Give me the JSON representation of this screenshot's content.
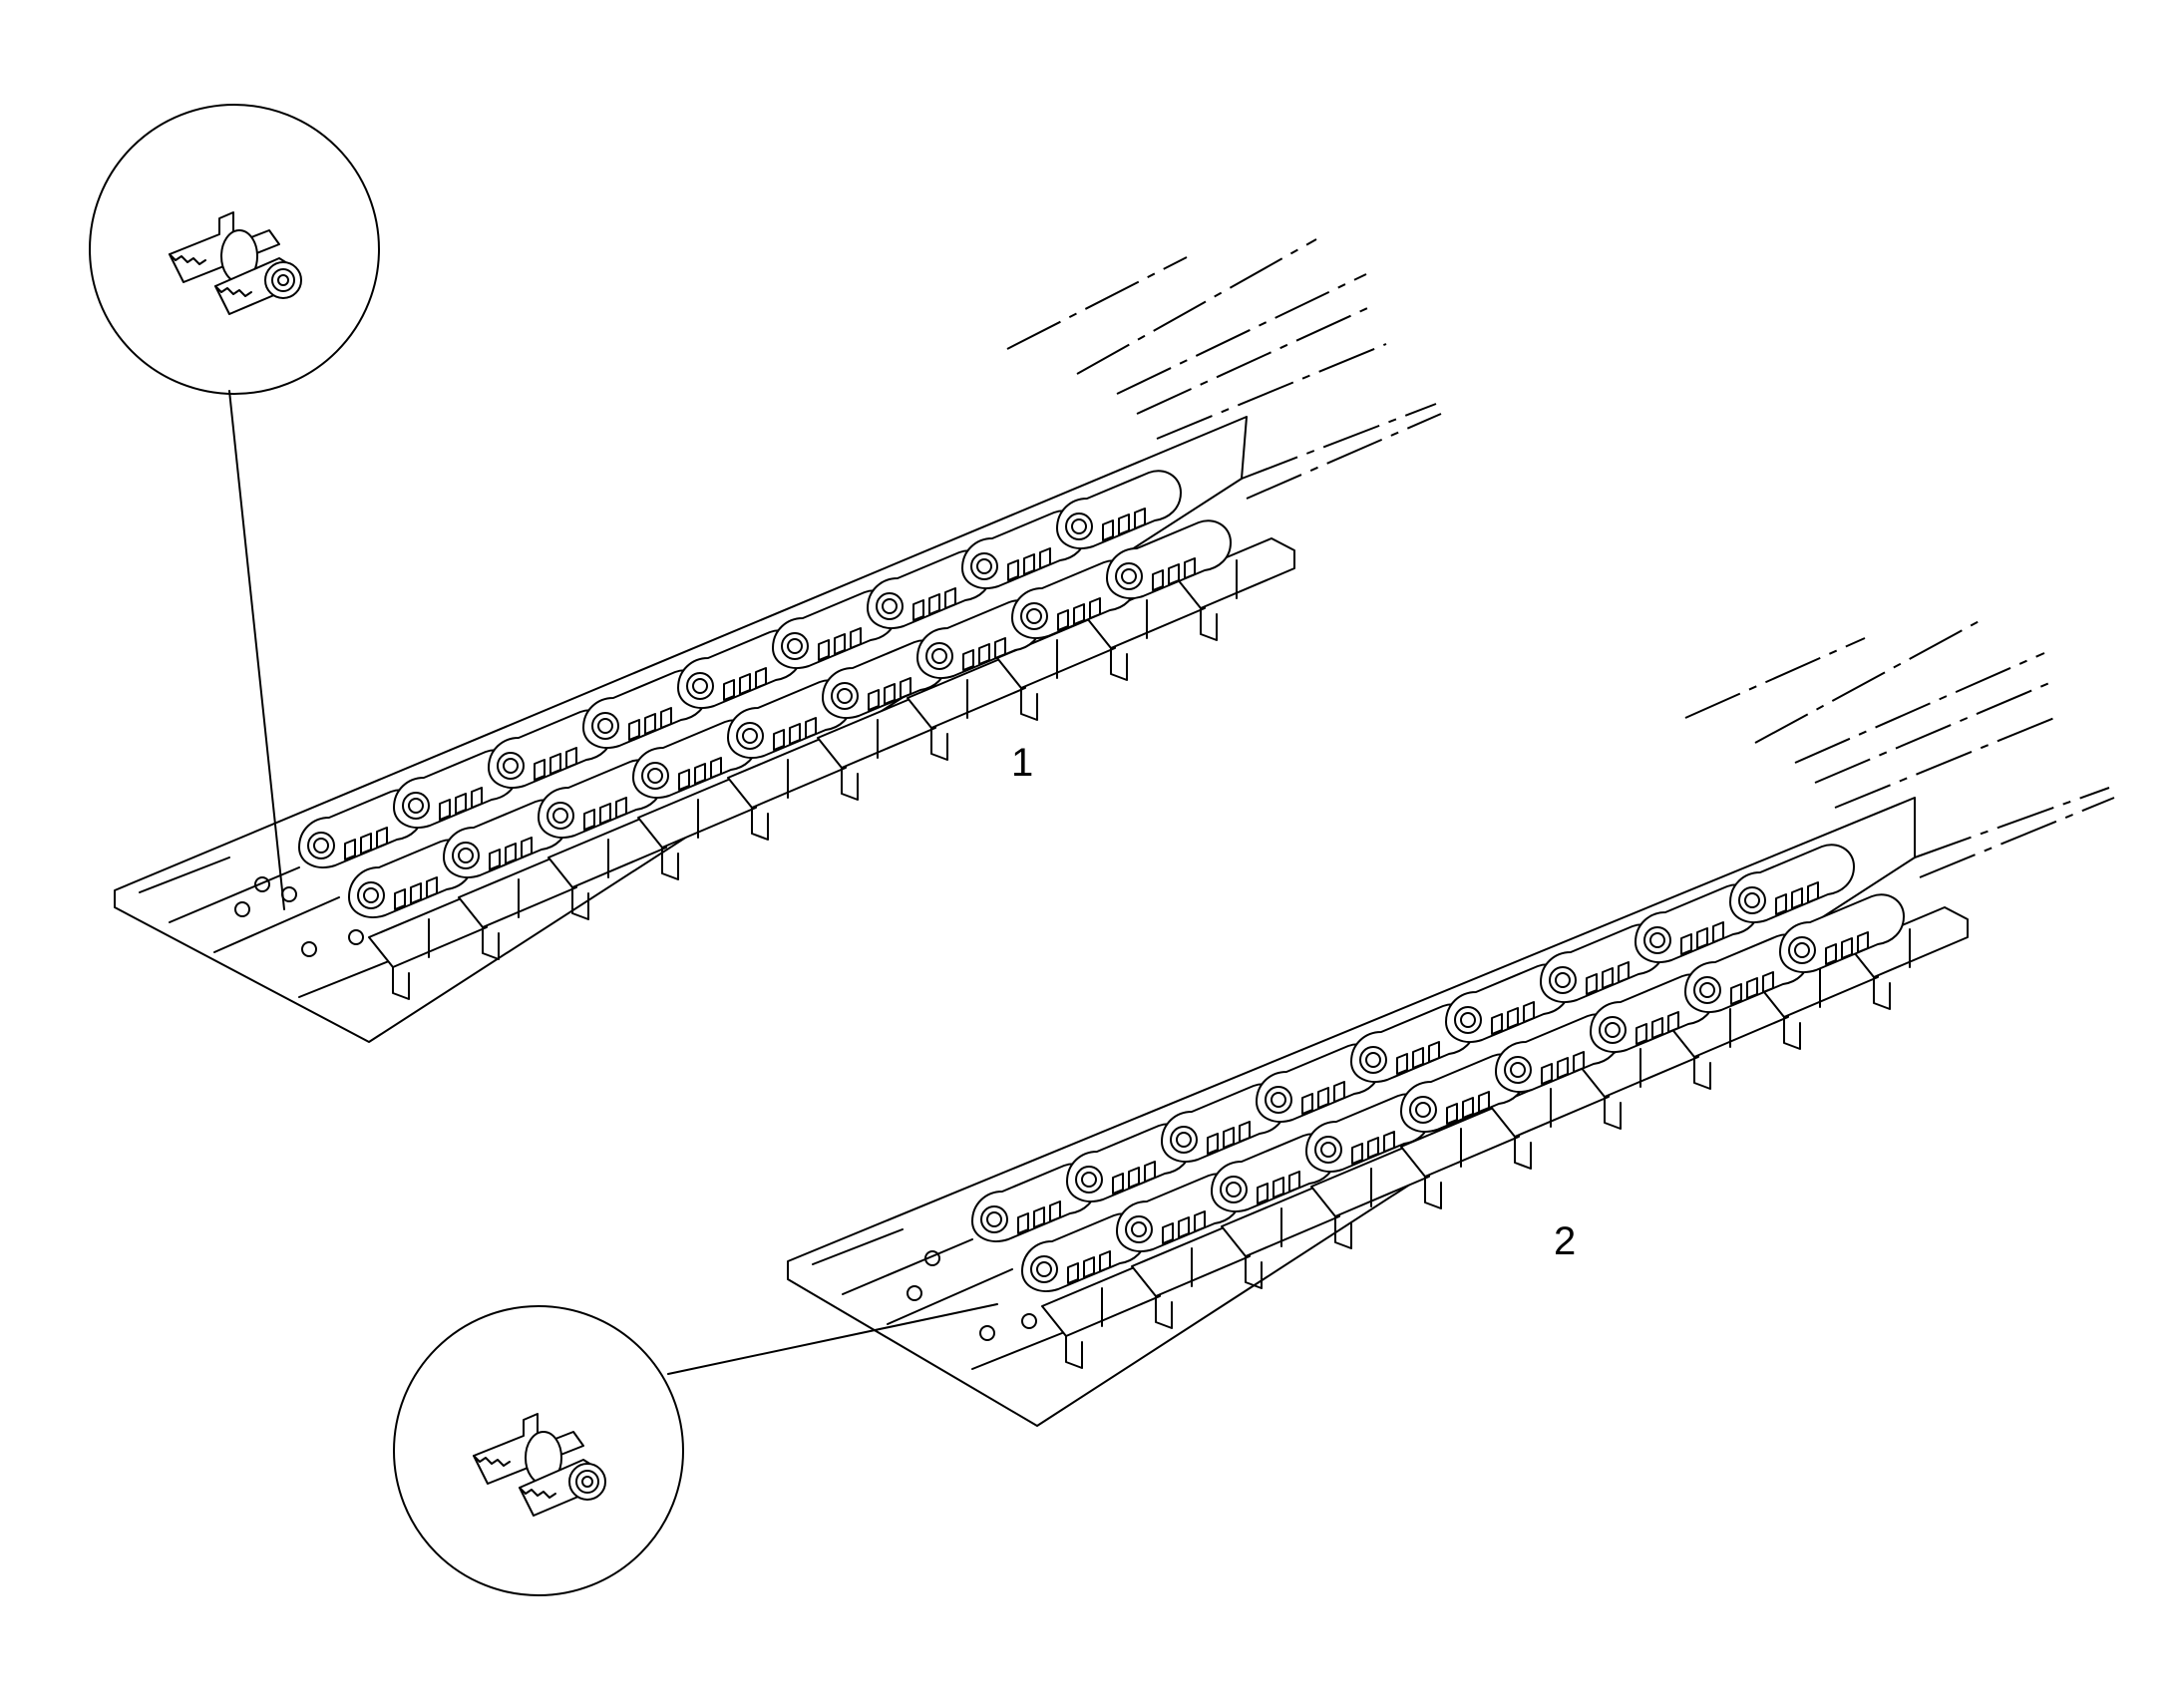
{
  "callouts": [
    {
      "id": "track-1",
      "label": "1"
    },
    {
      "id": "track-2",
      "label": "2"
    }
  ],
  "colors": {
    "line": "#000000",
    "background": "#ffffff"
  },
  "icons": [
    "detail-magnifier-circle",
    "track-pad-with-pin-bolt-icon"
  ]
}
